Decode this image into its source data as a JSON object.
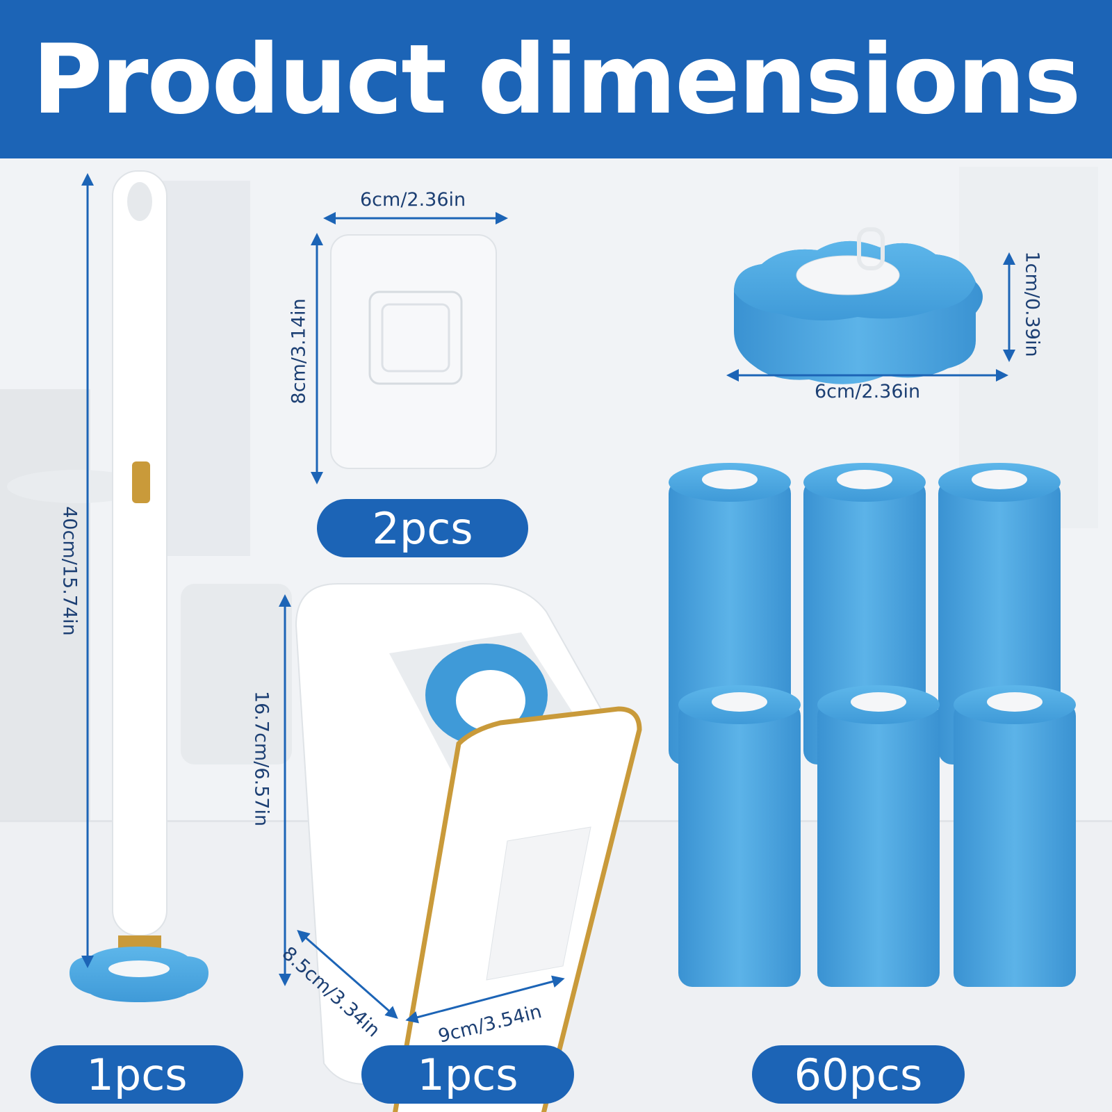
{
  "header": {
    "title": "Product dimensions"
  },
  "handle": {
    "height_label": "40cm/15.74in",
    "quantity": "1pcs"
  },
  "wall_hook": {
    "width_label": "6cm/2.36in",
    "height_label": "8cm/3.14in",
    "quantity": "2pcs"
  },
  "caddy": {
    "height_label": "16.7cm/6.57in",
    "depth_label": "8.5cm/3.34in",
    "width_label": "9cm/3.54in",
    "quantity": "1pcs"
  },
  "refill": {
    "thickness_label": "1cm/0.39in",
    "width_label": "6cm/2.36in",
    "quantity": "60pcs"
  },
  "colors": {
    "brand_blue": "#1c64b6",
    "sponge_blue": "#4aa8e4",
    "gold": "#c99a3a"
  }
}
